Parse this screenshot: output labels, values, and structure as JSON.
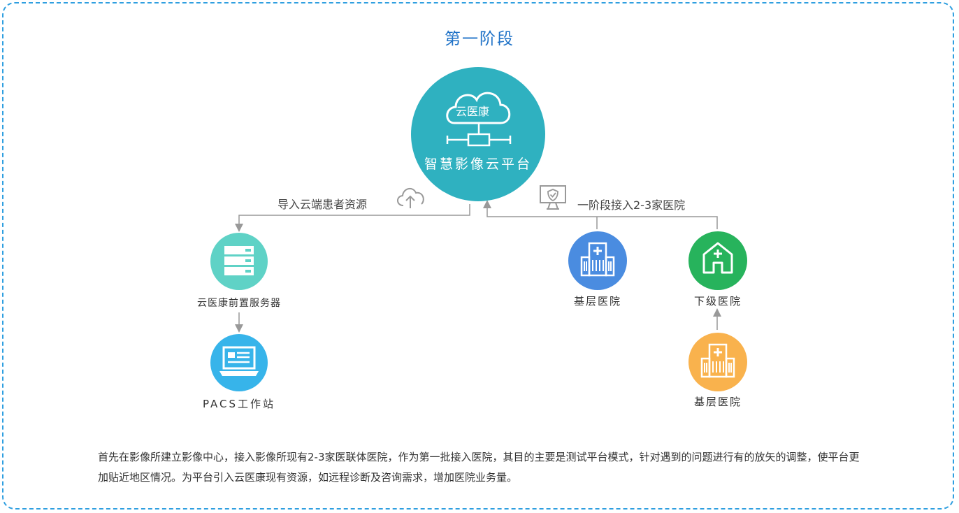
{
  "title": "第一阶段",
  "platform": {
    "cloud_label": "云医康",
    "name": "智慧影像云平台"
  },
  "edges": {
    "import_label": "导入云端患者资源",
    "access_label": "一阶段接入2-3家医院"
  },
  "nodes": {
    "front_server": "云医康前置服务器",
    "pacs": "PACS工作站",
    "primary_hospital_a": "基层医院",
    "lower_hospital": "下级医院",
    "primary_hospital_b": "基层医院"
  },
  "description": "首先在影像所建立影像中心，接入影像所现有2-3家医联体医院，作为第一批接入医院，其目的主要是测试平台模式，针对遇到的问题进行有的放矢的调整，使平台更加贴近地区情况。为平台引入云医康现有资源，如远程诊断及咨询需求，增加医院业务量。",
  "colors": {
    "border": "#2f9fe0",
    "title": "#1f72c7",
    "platform": "#2fb1c0",
    "server": "#5fd2c6",
    "pacs": "#37b4ea",
    "hospital_blue": "#4a8ce0",
    "hospital_green": "#27b35c",
    "hospital_orange": "#f9b24d",
    "line": "#999999"
  },
  "icons": [
    "cloud-icon",
    "network-icon",
    "cloud-upload-icon",
    "monitor-shield-icon",
    "server-icon",
    "laptop-icon",
    "hospital-icon",
    "home-cross-icon"
  ]
}
